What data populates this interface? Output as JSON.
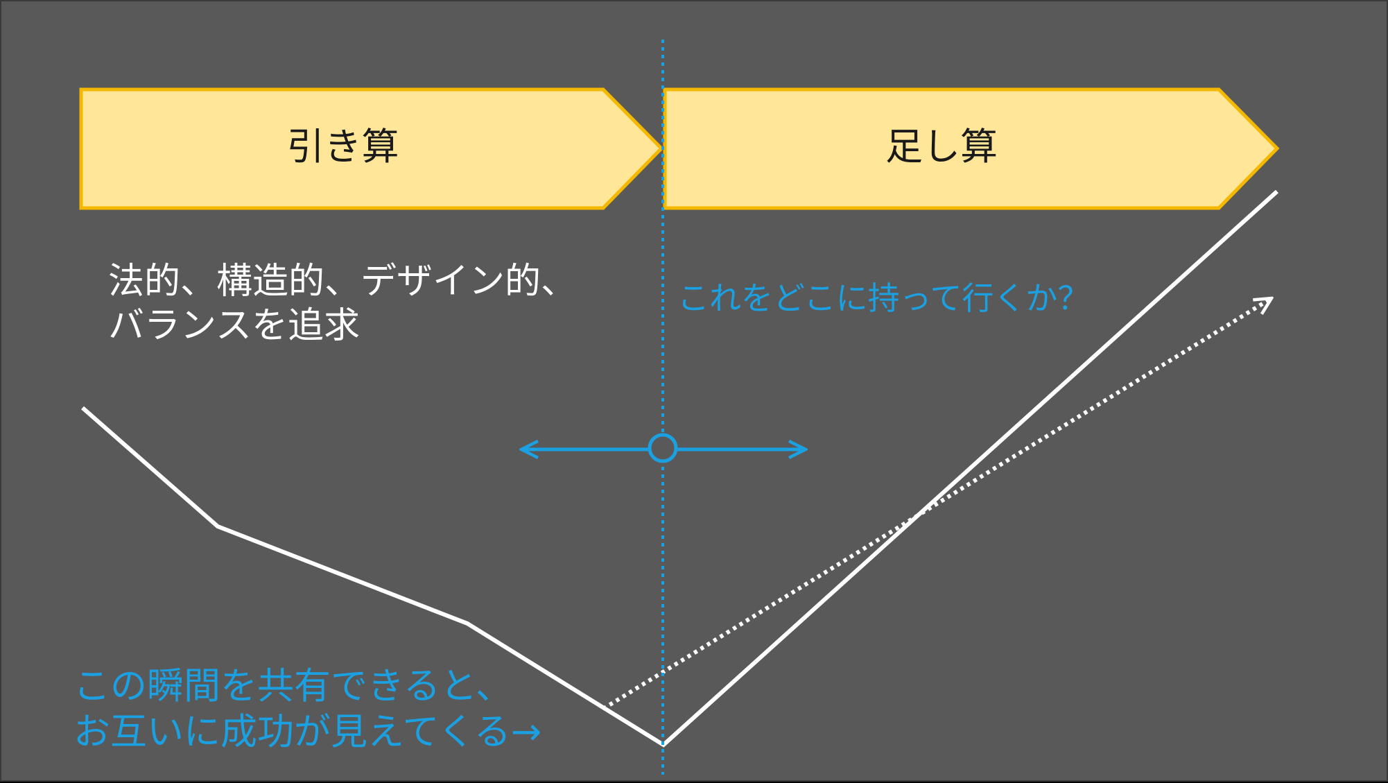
{
  "phases": {
    "left": "引き算",
    "right": "足し算"
  },
  "notes": {
    "left_lines": [
      "法的、構造的、デザイン的、",
      "バランスを追求"
    ],
    "question": "これをどこに持って行くか？",
    "bottom_lines": [
      "この瞬間を共有できると、",
      "お互いに成功が見えてくる→"
    ]
  },
  "colors": {
    "background": "#595959",
    "chevron_fill": "#ffe699",
    "chevron_stroke": "#f5b800",
    "accent_blue": "#1ba0e2",
    "line_white": "#ffffff",
    "text_dark": "#1a1a1a"
  }
}
